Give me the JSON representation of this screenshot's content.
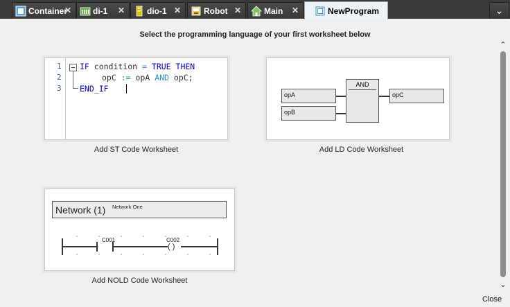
{
  "tabs": [
    {
      "label": "Container",
      "icon": "container-icon",
      "active": false
    },
    {
      "label": "di-1",
      "icon": "io-module-icon",
      "active": false
    },
    {
      "label": "dio-1",
      "icon": "io-module-icon",
      "active": false
    },
    {
      "label": "Robot",
      "icon": "robot-icon",
      "active": false
    },
    {
      "label": "Main",
      "icon": "home-icon",
      "active": false
    },
    {
      "label": "NewProgram",
      "icon": "program-icon",
      "active": true
    }
  ],
  "close_glyph": "✕",
  "dropdown_glyph": "⌄",
  "heading": "Select the programming language of your first worksheet below",
  "st": {
    "caption": "Add ST Code Worksheet",
    "line_numbers": [
      "1",
      "2",
      "3"
    ],
    "line1": {
      "kw1": "IF",
      "cond": " condition ",
      "eq": "=",
      "kw2": " TRUE",
      "kw3": " THEN"
    },
    "line2": {
      "lhs": "opC ",
      "assign": ":=",
      "a": " opA ",
      "and": "AND",
      "b": " opC;"
    },
    "line3": {
      "kw": "END_IF"
    }
  },
  "ld": {
    "caption": "Add LD Code Worksheet",
    "input1": "opA",
    "input2": "opB",
    "block": "AND",
    "output": "opC"
  },
  "nold": {
    "caption": "Add NOLD Code Worksheet",
    "network_title": "Network (1)",
    "network_comment": "Network One",
    "contact_label": "C001",
    "coil_label": "C002",
    "coil_glyph": "( )"
  },
  "scroll": {
    "up": "⌃",
    "down": "⌄"
  },
  "close_label": "Close",
  "colors": {
    "keyword": "#0000cc",
    "operator": "#2b8ec0",
    "tabbar": "#3a3a3a"
  }
}
